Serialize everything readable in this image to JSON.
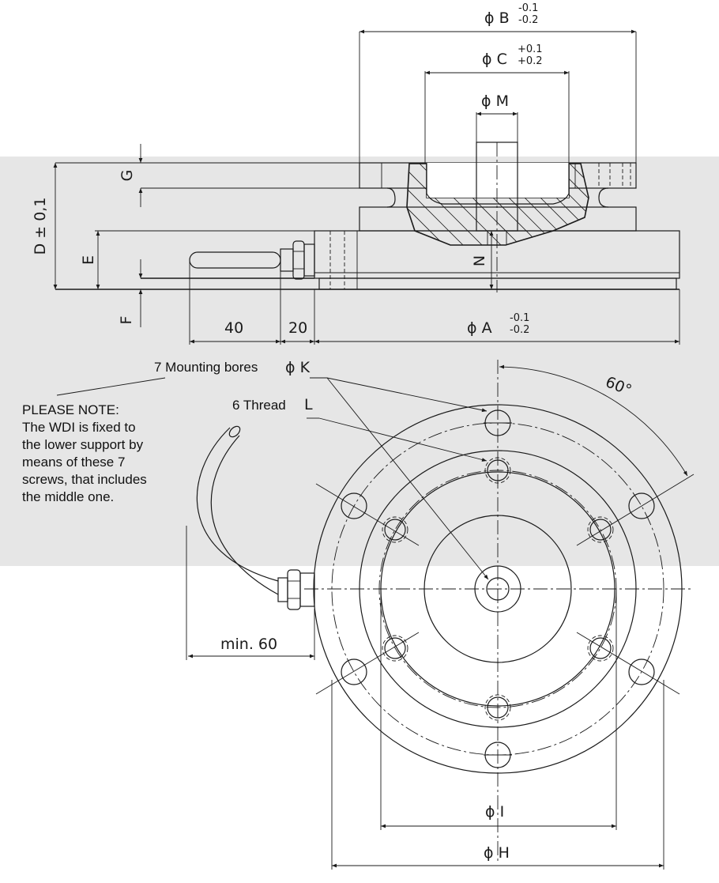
{
  "colors": {
    "band": "#e6e6e6",
    "line": "#1a1a1a"
  },
  "dims": {
    "B": {
      "label": "ϕ B",
      "tol_upper": "-0.1",
      "tol_lower": "-0.2"
    },
    "C": {
      "label": "ϕ C",
      "tol_upper": "+0.1",
      "tol_lower": "+0.2"
    },
    "M": "ϕ M",
    "G": "G",
    "D": "D ± 0,1",
    "E": "E",
    "F": "F",
    "N": "N",
    "len40": "40",
    "len20": "20",
    "A": {
      "label": "ϕ A",
      "tol_upper": "-0.1",
      "tol_lower": "-0.2"
    },
    "K": "ϕ K",
    "L": "L",
    "angle": "60°",
    "min60": "min. 60",
    "I": "ϕ I",
    "H": "ϕ H"
  },
  "callouts": {
    "mounting_bores": "7 Mounting bores",
    "thread": "6 Thread"
  },
  "note_lines": [
    "PLEASE NOTE:",
    "The WDI is fixed to",
    "the lower support by",
    "means of these 7",
    "screws, that includes",
    "the middle one."
  ]
}
